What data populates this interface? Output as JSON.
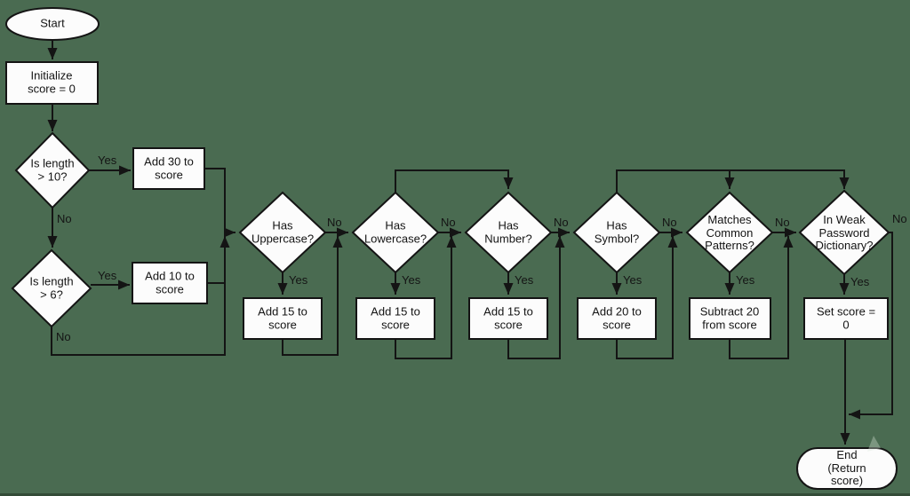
{
  "colors": {
    "background": "#4a6b51",
    "line_stroke": "#141414",
    "shape_fill": "#fcfcfc",
    "text": "#141414"
  },
  "nodes": {
    "start": "Start",
    "init": "Initialize\nscore = 0",
    "len10": "Is length\n> 10?",
    "add30": "Add 30 to\nscore",
    "len6": "Is length\n> 6?",
    "add10": "Add 10 to\nscore",
    "upper": "Has\nUppercase?",
    "lower": "Has\nLowercase?",
    "number": "Has\nNumber?",
    "symbol": "Has\nSymbol?",
    "patterns": "Matches\nCommon\nPatterns?",
    "dict": "In Weak\nPassword\nDictionary?",
    "add15_upper": "Add 15 to\nscore",
    "add15_lower": "Add 15 to\nscore",
    "add15_number": "Add 15 to\nscore",
    "add20": "Add 20 to\nscore",
    "sub20": "Subtract 20\nfrom score",
    "set0": "Set score = 0",
    "end": "End\n(Return score)"
  },
  "branches": {
    "len10": {
      "yes": "Yes",
      "no": "No"
    },
    "len6": {
      "yes": "Yes",
      "no": "No"
    },
    "upper": {
      "yes": "Yes",
      "no": "No"
    },
    "lower": {
      "yes": "Yes",
      "no": "No"
    },
    "number": {
      "yes": "Yes",
      "no": "No"
    },
    "symbol": {
      "yes": "Yes",
      "no": "No"
    },
    "patterns": {
      "yes": "Yes",
      "no": "No"
    },
    "dict": {
      "yes": "Yes",
      "no": "No"
    }
  }
}
